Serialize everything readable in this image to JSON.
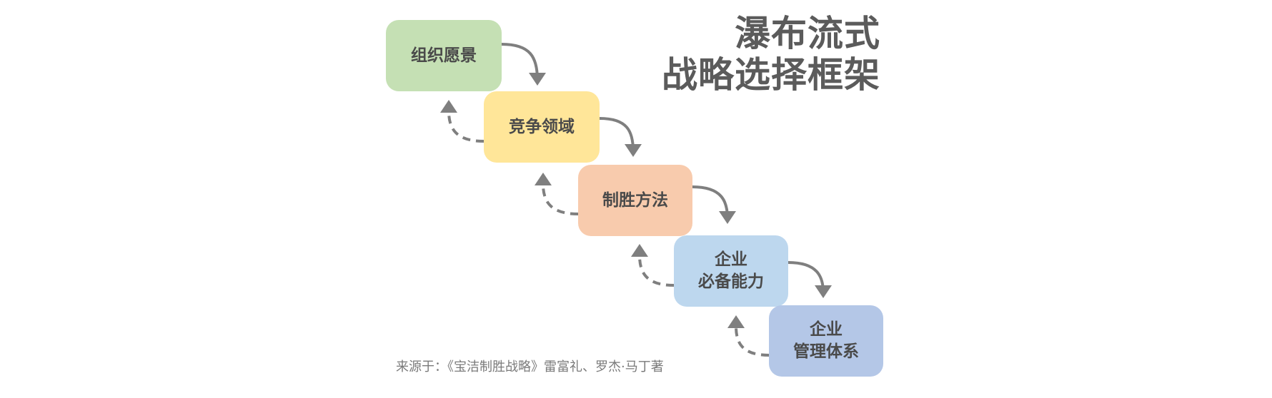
{
  "title": {
    "line1": "瀑布流式",
    "line2": "战略选择框架"
  },
  "steps": [
    {
      "lines": [
        "组织愿景"
      ],
      "color": "#c5e0b4"
    },
    {
      "lines": [
        "竞争领域"
      ],
      "color": "#ffe699"
    },
    {
      "lines": [
        "制胜方法"
      ],
      "color": "#f8cbad"
    },
    {
      "lines": [
        "企业",
        "必备能力"
      ],
      "color": "#bdd7ee"
    },
    {
      "lines": [
        "企业",
        "管理体系"
      ],
      "color": "#b4c7e7"
    }
  ],
  "source": "来源于：《宝洁制胜战略》雷富礼、罗杰·马丁著",
  "arrow_color": "#7f7f7f"
}
